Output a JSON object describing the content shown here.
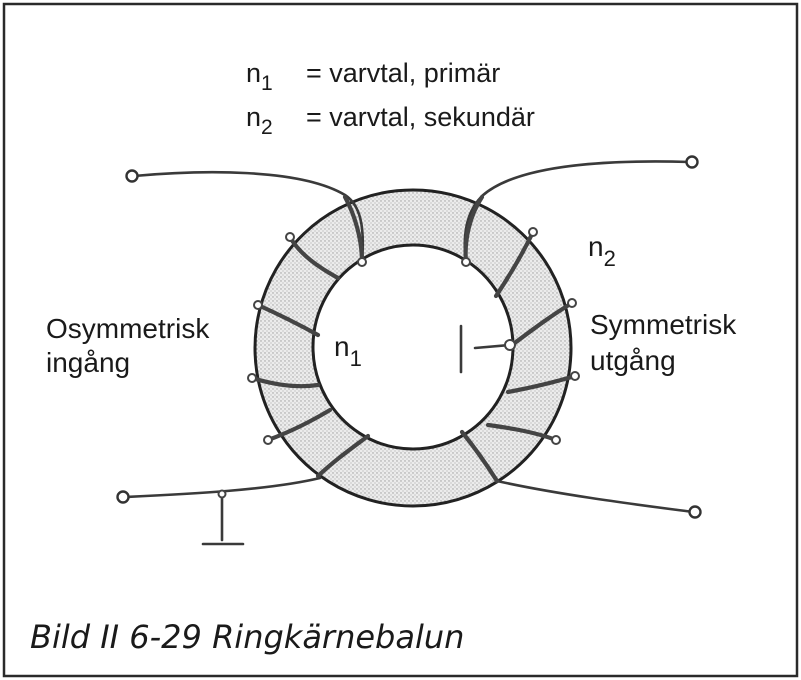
{
  "legend": {
    "n1_symbol": "n",
    "n1_sub": "1",
    "n1_text": "=  varvtal, primär",
    "n2_symbol": "n",
    "n2_sub": "2",
    "n2_text": "=  varvtal, sekundär"
  },
  "labels": {
    "input_line1": "Osymmetrisk",
    "input_line2": "ingång",
    "output_line1": "Symmetrisk",
    "output_line2": "utgång",
    "primary_symbol": "n",
    "primary_sub": "1",
    "secondary_symbol": "n",
    "secondary_sub": "2"
  },
  "caption": "Bild II 6-29 Ringkärnebalun",
  "colors": {
    "ink": "#1a1a1a",
    "frame": "#2a2a2a",
    "core_fill": "#e4e4e4",
    "wire": "#3a3a3a"
  }
}
